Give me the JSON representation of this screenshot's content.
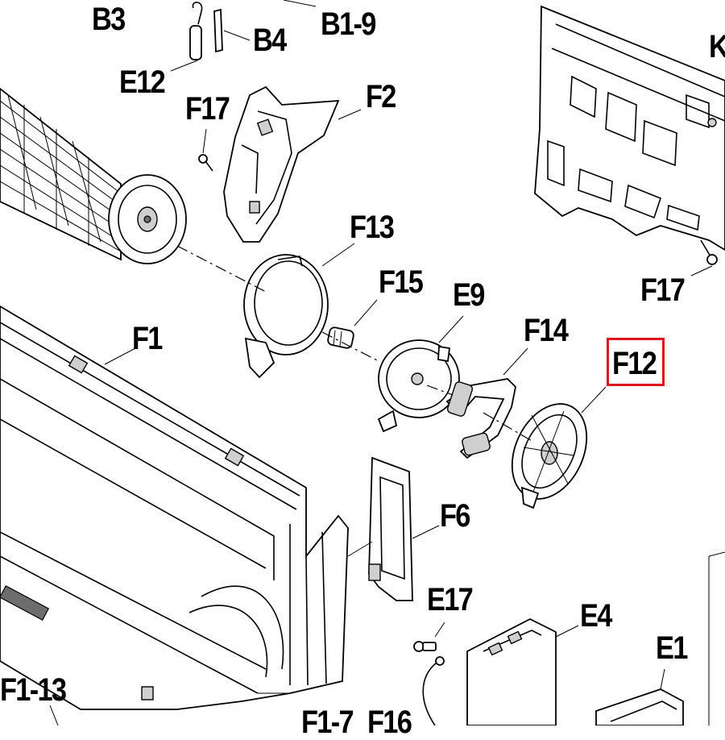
{
  "labels": {
    "b3": "B3",
    "b1_9": "B1-9",
    "b4": "B4",
    "e12": "E12",
    "k": "K",
    "f17_top": "F17",
    "f2": "F2",
    "f13": "F13",
    "f17_right": "F17",
    "f15": "F15",
    "e9": "E9",
    "f14": "F14",
    "f12": "F12",
    "f1": "F1",
    "f6": "F6",
    "e17": "E17",
    "e4": "E4",
    "e1": "E1",
    "f1_13": "F1-13",
    "f1_7": "F1-7",
    "f16": "F16"
  },
  "highlight": {
    "label": "F12",
    "color": "#e0141e"
  }
}
